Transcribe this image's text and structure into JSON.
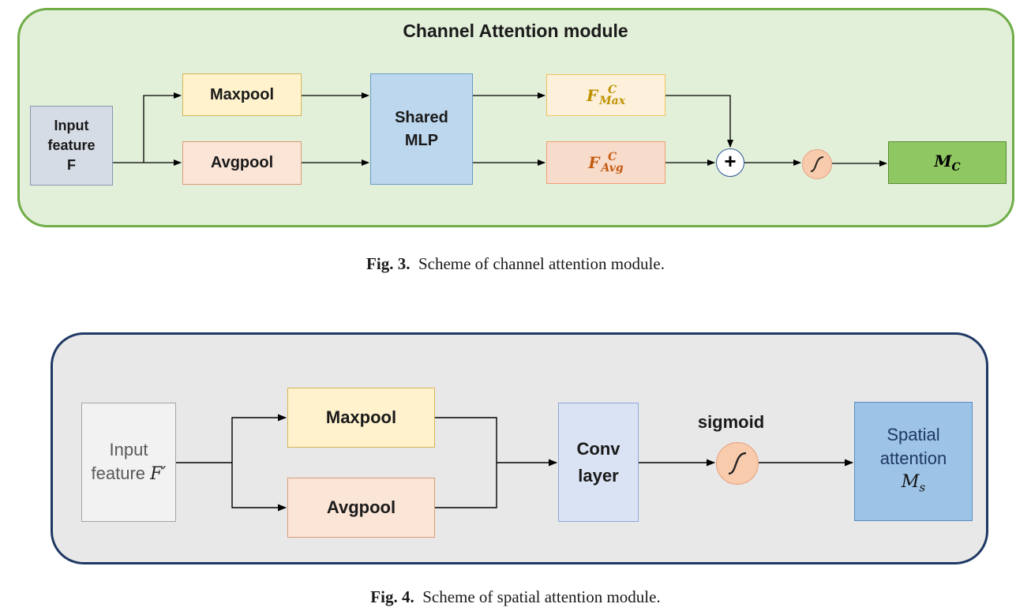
{
  "channel_module": {
    "title": "Channel Attention module",
    "input": [
      "Input",
      "feature",
      "F"
    ],
    "maxpool": "Maxpool",
    "avgpool": "Avgpool",
    "mlp": [
      "Shared",
      "MLP"
    ],
    "f_max": {
      "base": "F",
      "sup": "C",
      "sub": "Max"
    },
    "f_avg": {
      "base": "F",
      "sup": "C",
      "sub": "Avg"
    },
    "plus": "+",
    "output": {
      "base": "M",
      "sub": "C"
    },
    "colors": {
      "panel_fill": "#e2efd9",
      "panel_border": "#70ad47",
      "maxpool": "#fff2cc",
      "avgpool": "#fbe5d6",
      "mlp": "#bdd7ee",
      "output": "#8fc862",
      "sigmoid": "#f8cbad",
      "fmax_text": "#bf9000",
      "favg_text": "#c55a11"
    }
  },
  "fig3_caption": {
    "label": "Fig. 3.",
    "text": "Scheme of channel attention module."
  },
  "spatial_module": {
    "input": {
      "line1": "Input",
      "line2": "feature",
      "var": "F′"
    },
    "maxpool": "Maxpool",
    "avgpool": "Avgpool",
    "conv": [
      "Conv",
      "layer"
    ],
    "sigmoid_label": "sigmoid",
    "output": {
      "line1": "Spatial",
      "line2": "attention",
      "base": "M",
      "sub": "s"
    },
    "colors": {
      "panel_fill": "#e8e8e8",
      "panel_border": "#1f3864",
      "input": "#f2f2f2",
      "maxpool": "#fff2cc",
      "avgpool": "#fbe5d6",
      "conv": "#dae3f3",
      "output": "#9dc3e6",
      "sigmoid": "#f8cbad"
    }
  },
  "fig4_caption": {
    "label": "Fig. 4.",
    "text": "Scheme of spatial attention module."
  }
}
